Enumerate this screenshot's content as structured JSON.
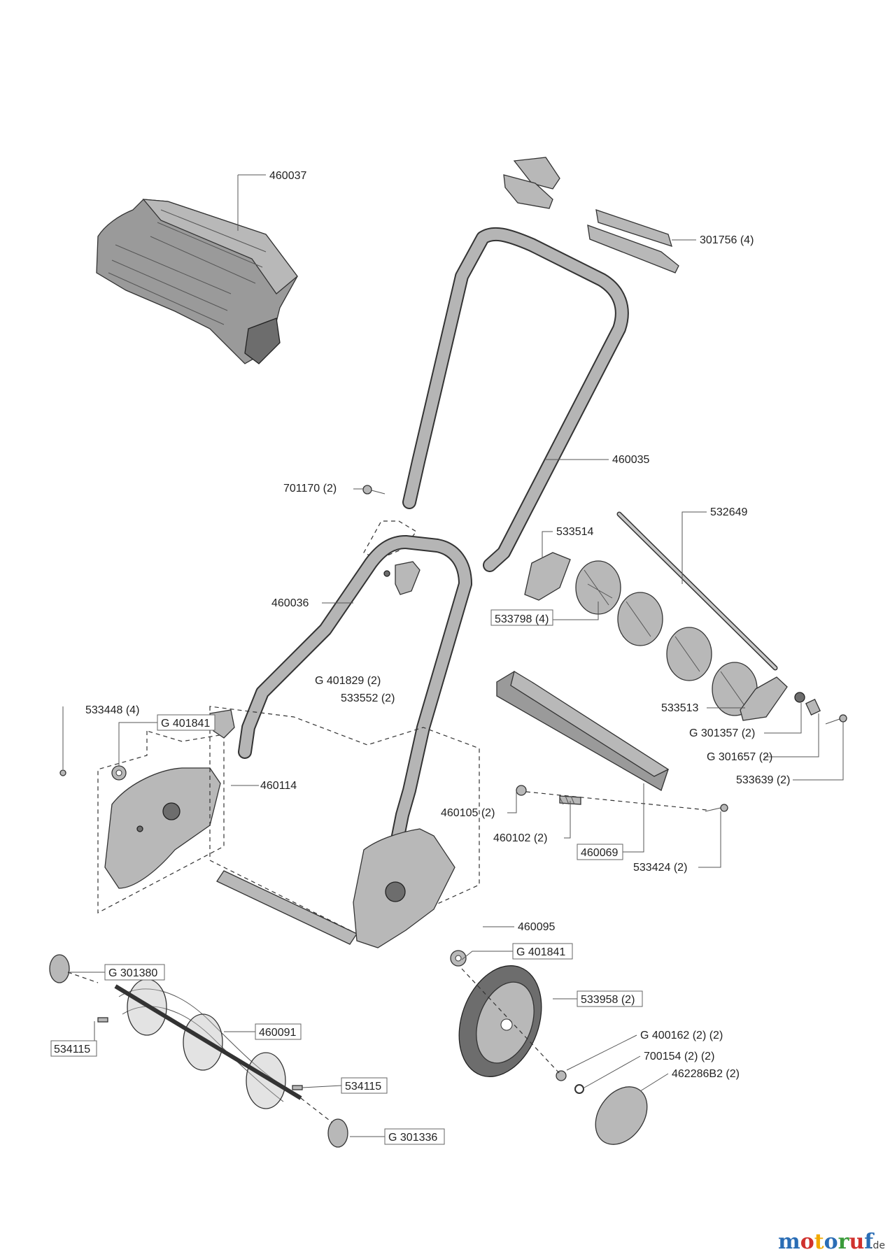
{
  "labels": {
    "grass_box": "460037",
    "grip_cover": "301756 (4)",
    "upper_handle": "460035",
    "handle_bolt": "701170 (2)",
    "lower_handle": "460036",
    "clamp_screw": "G 401829 (2)",
    "clamp": "533552 (2)",
    "rod": "532649",
    "roller_bracket_left": "533514",
    "roller_segment": "533798 (4)",
    "roller_bracket_right": "533513",
    "nut_1": "G 301357 (2)",
    "washer_1": "G 301657 (2)",
    "bolt_right": "533639 (2)",
    "screw_left": "533448 (4)",
    "bearing_left": "G 401841",
    "side_plate_left": "460114",
    "nut_blade": "460105 (2)",
    "spring": "460102 (2)",
    "cutter_bar": "460069",
    "adjust_screw": "533424 (2)",
    "side_plate_right": "460095",
    "bearing_right": "G 401841",
    "pinion_left": "G 301380",
    "cylinder": "460091",
    "key_left": "534115",
    "key_right": "534115",
    "pinion_right": "G 301336",
    "wheel": "533958 (2)",
    "washer_wheel": "G 400162 (2) (2)",
    "circlip": "700154 (2) (2)",
    "hub_cap": "462286B2 (2)"
  },
  "logo": {
    "letters": [
      "m",
      "o",
      "t",
      "o",
      "r",
      "u",
      "f"
    ],
    "letter_colors": [
      "#2a6db5",
      "#d0312d",
      "#f2a900",
      "#2a6db5",
      "#3a9b3a",
      "#d0312d",
      "#2a6db5"
    ],
    "suffix": ".de"
  }
}
